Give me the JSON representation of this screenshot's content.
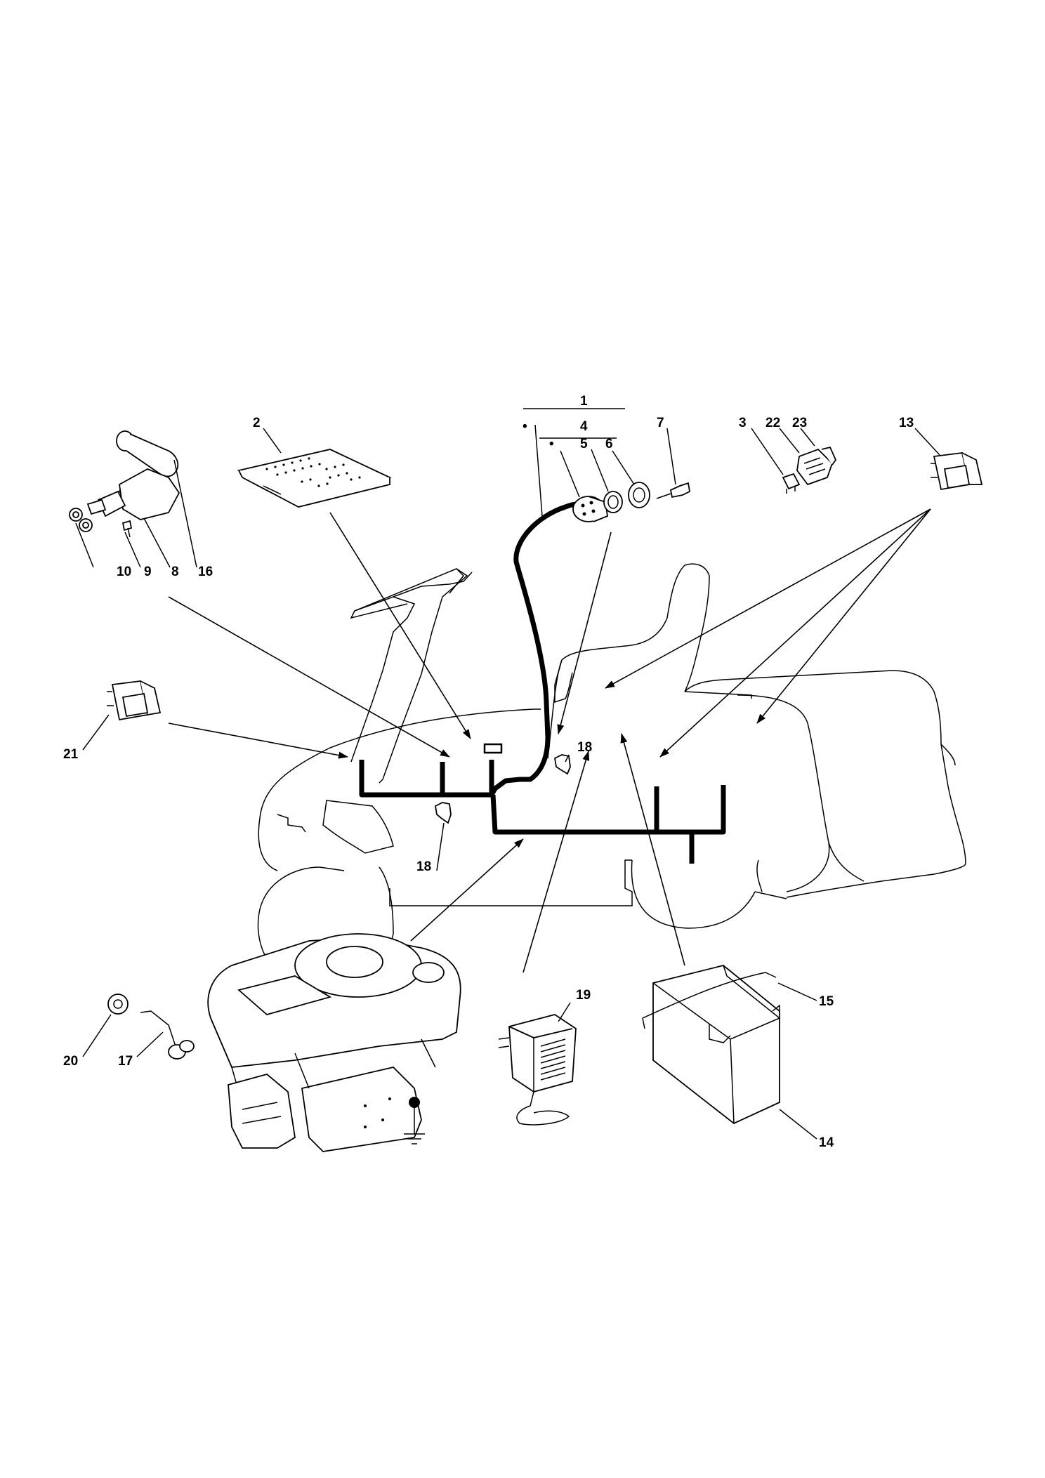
{
  "callouts": {
    "p1": "1",
    "p2": "2",
    "p3": "3",
    "p4": "4",
    "p5": "5",
    "p6": "6",
    "p7": "7",
    "p8": "8",
    "p9": "9",
    "p10": "10",
    "p13": "13",
    "p14": "14",
    "p15": "15",
    "p16": "16",
    "p17": "17",
    "p18a": "18",
    "p18b": "18",
    "p19": "19",
    "p20": "20",
    "p21": "21",
    "p22": "22",
    "p23": "23"
  },
  "bullets": {
    "b1": "•",
    "b4": "•"
  }
}
